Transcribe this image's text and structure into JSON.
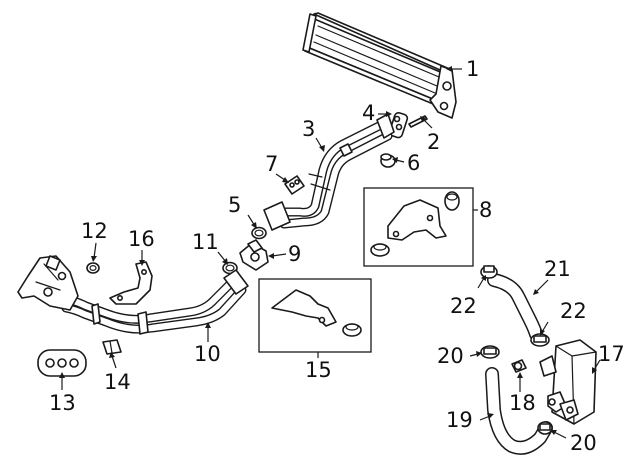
{
  "callouts": {
    "c1": "1",
    "c2": "2",
    "c3": "3",
    "c4": "4",
    "c5": "5",
    "c6": "6",
    "c7": "7",
    "c8": "8",
    "c9": "9",
    "c10": "10",
    "c11": "11",
    "c12": "12",
    "c13": "13",
    "c14": "14",
    "c15": "15",
    "c16": "16",
    "c17": "17",
    "c18": "18",
    "c19": "19",
    "c20a": "20",
    "c20b": "20",
    "c21": "21",
    "c22a": "22",
    "c22b": "22"
  },
  "colors": {
    "line": "#1a1a1a",
    "background": "#ffffff"
  }
}
